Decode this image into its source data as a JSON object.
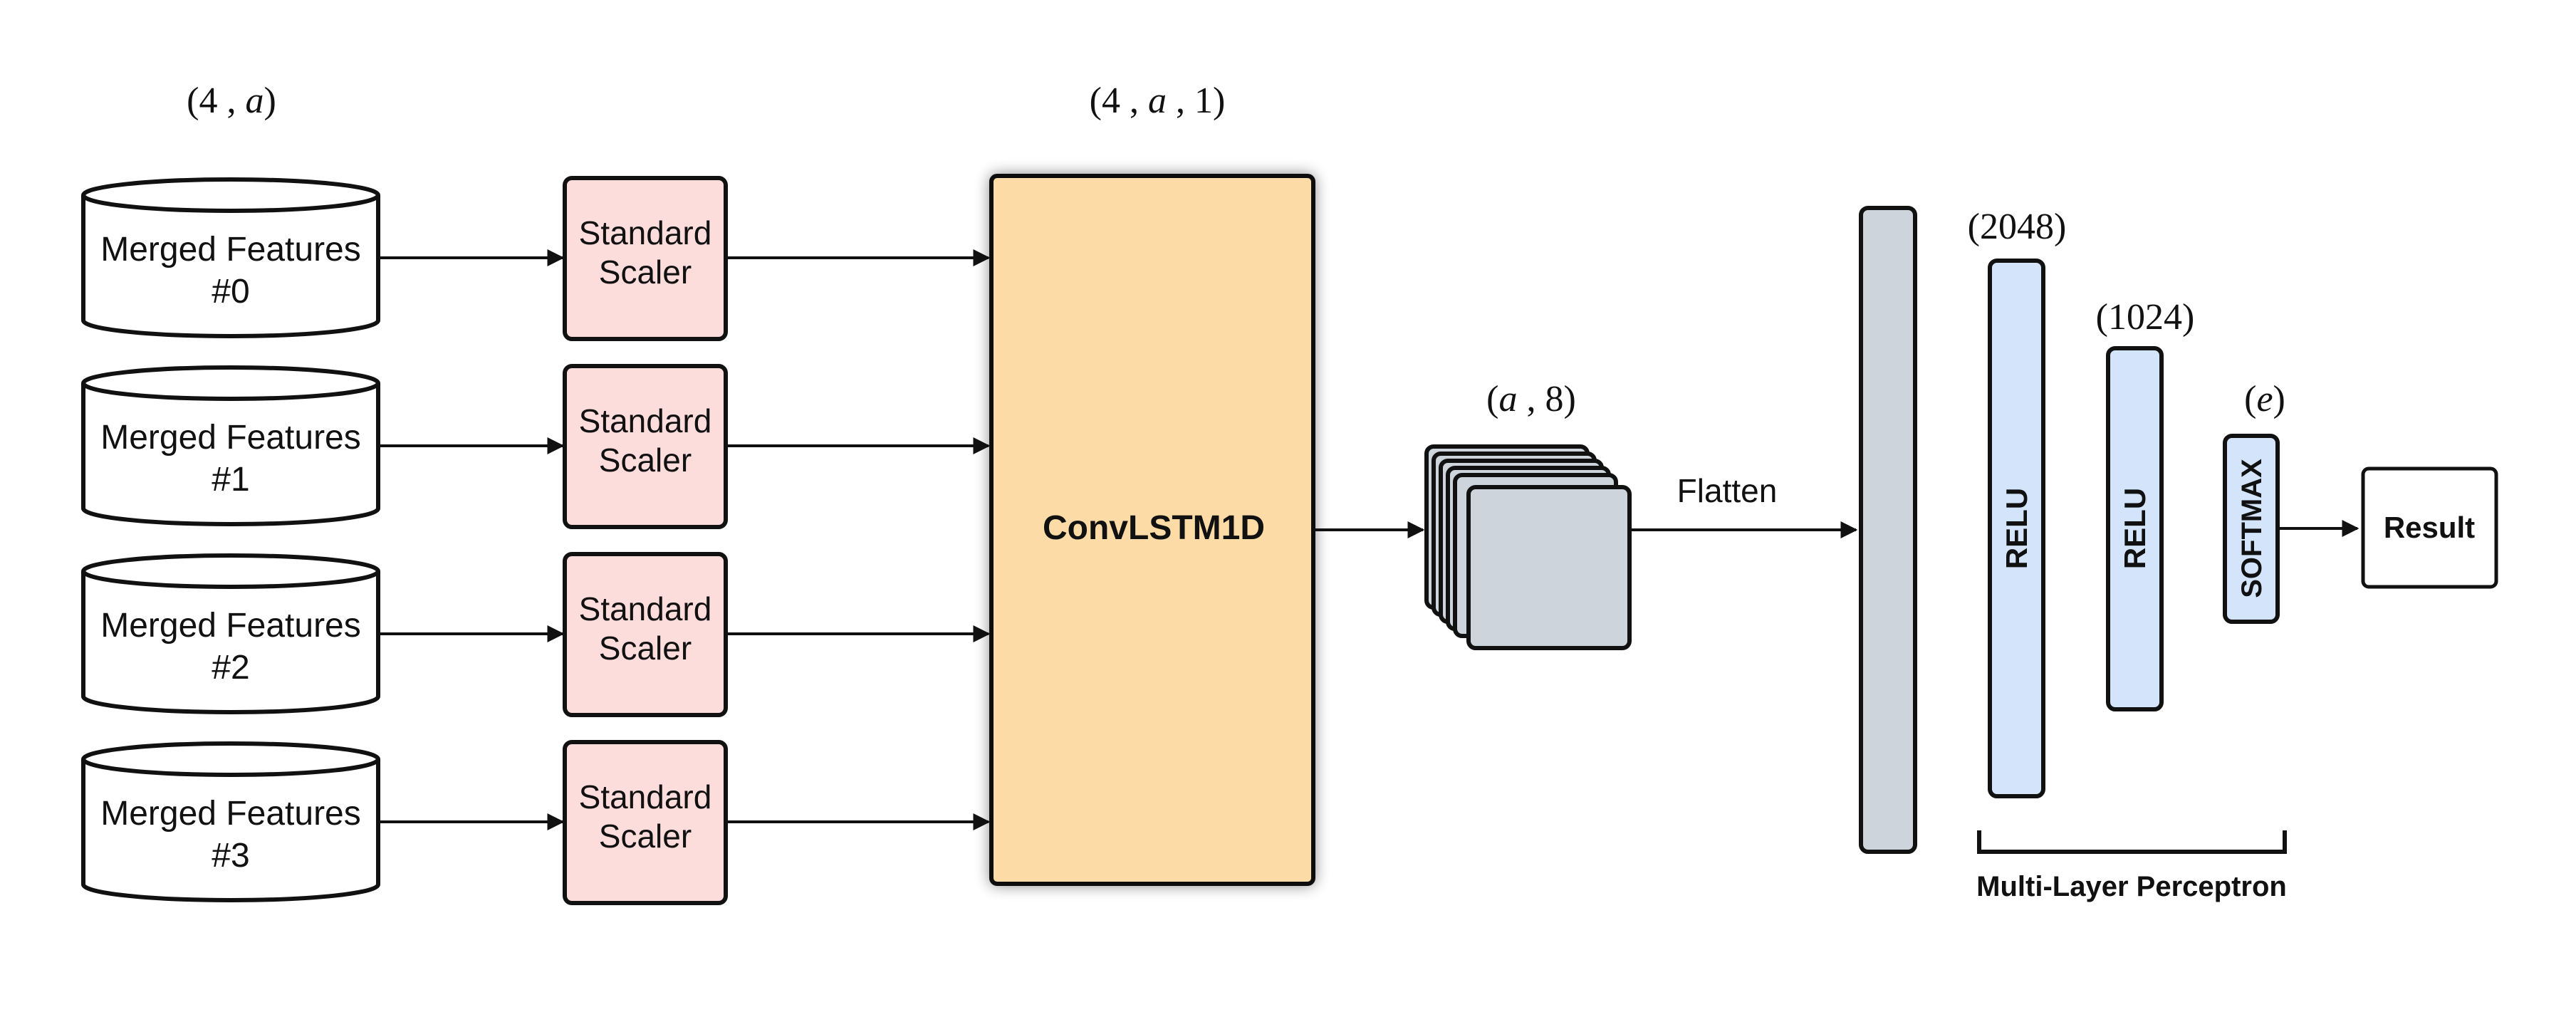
{
  "dims": {
    "input": [
      "(4 , ",
      "a",
      ")"
    ],
    "convlstm_in": [
      "(4 , ",
      "a",
      " , 1)"
    ],
    "convlstm_out": [
      "(",
      "a",
      " , 8)"
    ],
    "dense1": "(2048)",
    "dense2": "(1024)",
    "output": [
      "(",
      "e",
      ")"
    ]
  },
  "inputs": [
    {
      "line1": "Merged Features",
      "line2": "#0"
    },
    {
      "line1": "Merged Features",
      "line2": "#1"
    },
    {
      "line1": "Merged Features",
      "line2": "#2"
    },
    {
      "line1": "Merged Features",
      "line2": "#3"
    }
  ],
  "scalers": [
    {
      "line1": "Standard",
      "line2": "Scaler"
    },
    {
      "line1": "Standard",
      "line2": "Scaler"
    },
    {
      "line1": "Standard",
      "line2": "Scaler"
    },
    {
      "line1": "Standard",
      "line2": "Scaler"
    }
  ],
  "convlstm_label": "ConvLSTM1D",
  "flatten_label": "Flatten",
  "mlp": {
    "layer1": "RELU",
    "layer2": "RELU",
    "layer3": "SOFTMAX",
    "label": "Multi-Layer Perceptron"
  },
  "result_label": "Result",
  "colors": {
    "scaler_fill": "#fddcdc",
    "convlstm_fill": "#fddba6",
    "feature_map_fill": "#ced4db",
    "flatten_bar_fill": "#ced4db",
    "dense_fill": "#d4e5fb",
    "stroke": "#111111"
  }
}
